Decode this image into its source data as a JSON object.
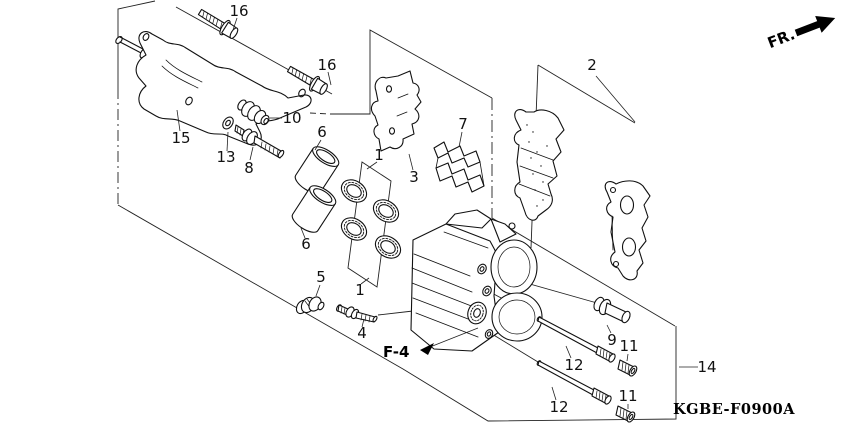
{
  "diagram": {
    "code": "KGBE-F0900A",
    "figure_ref": "F-4",
    "front_marker": "FR."
  },
  "part_labels": {
    "bolt_flange_upper": "16",
    "bolt_flange_lower": "16",
    "pad_set": "2",
    "bracket": "15",
    "washer": "13",
    "pin_b": "8",
    "boot": "10",
    "piston_upper": "6",
    "piston_lower": "6",
    "seal_set_upper": "1",
    "seal_set_lower": "1",
    "pad_shim": "3",
    "pad_retainer": "7",
    "bleeder_cap": "5",
    "bleeder_valve": "4",
    "bolt_b": "9",
    "pin_plug_upper": "11",
    "pin_plug_lower": "11",
    "hanger_pin_upper": "12",
    "hanger_pin_lower": "12",
    "caliper_assy": "14"
  }
}
